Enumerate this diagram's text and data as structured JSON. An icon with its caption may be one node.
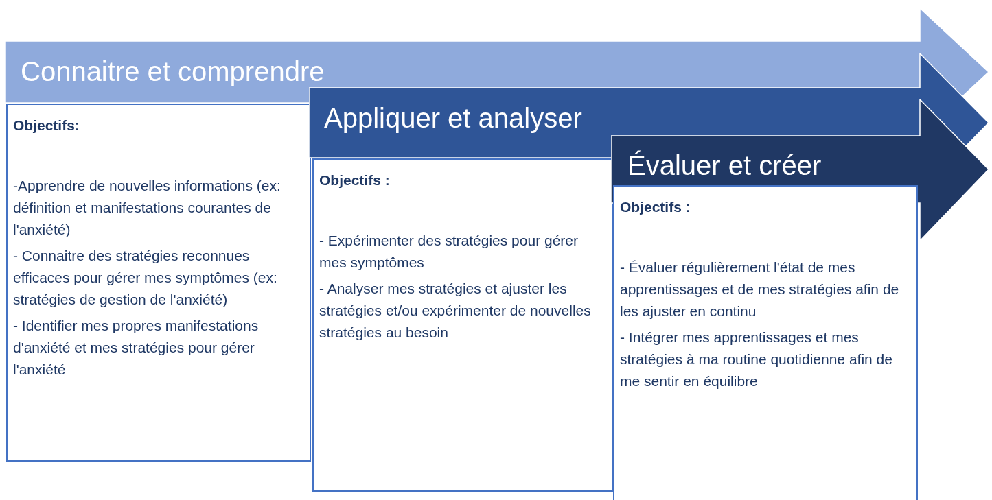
{
  "diagram": {
    "nodes": [
      {
        "text": [
          "Connaitre et comprendre"
        ]
      },
      {
        "text": [
          "Objectifs:",
          "-Apprendre de nouvelles informations (ex: définition et manifestations courantes de l'anxiété)",
          "- Connaitre des stratégies reconnues efficaces pour gérer mes symptômes (ex: stratégies de gestion de l'anxiété)",
          "- Identifier mes propres manifestations d'anxiété et mes stratégies pour gérer l'anxiété"
        ]
      },
      {
        "text": [
          "Appliquer et analyser"
        ]
      },
      {
        "text": [
          "Objectifs :",
          "- Expérimenter des stratégies pour gérer mes symptômes",
          "- Analyser mes stratégies et ajuster les stratégies et/ou expérimenter de nouvelles stratégies au besoin"
        ]
      },
      {
        "text": [
          "Évaluer et créer"
        ]
      },
      {
        "text": [
          "Objectifs :",
          "- Évaluer régulièrement l'état de mes apprentissages et de mes stratégies afin de les ajuster en continu",
          "- Intégrer mes apprentissages et mes stratégies à ma routine quotidienne afin de me sentir en équilibre"
        ]
      }
    ],
    "edges": []
  }
}
